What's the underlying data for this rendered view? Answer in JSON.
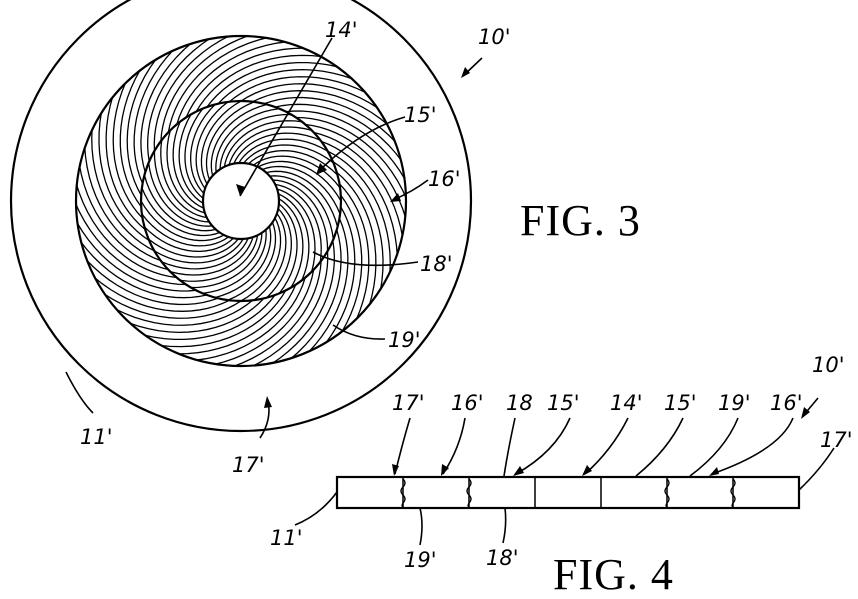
{
  "fig3": {
    "label": "FIG. 3",
    "refs": {
      "r10": "10'",
      "r14": "14'",
      "r15": "15'",
      "r16": "16'",
      "r18": "18'",
      "r19": "19'",
      "r11": "11'",
      "r17": "17'"
    }
  },
  "fig4": {
    "label": "FIG. 4",
    "refs": {
      "r10": "10'",
      "r17a": "17'",
      "r16a": "16'",
      "r18": "18",
      "r15a": "15'",
      "r14": "14'",
      "r15b": "15'",
      "r19a": "19'",
      "r16b": "16'",
      "r17b": "17'",
      "r11": "11'",
      "r19b": "19'",
      "r18b": "18'"
    }
  }
}
